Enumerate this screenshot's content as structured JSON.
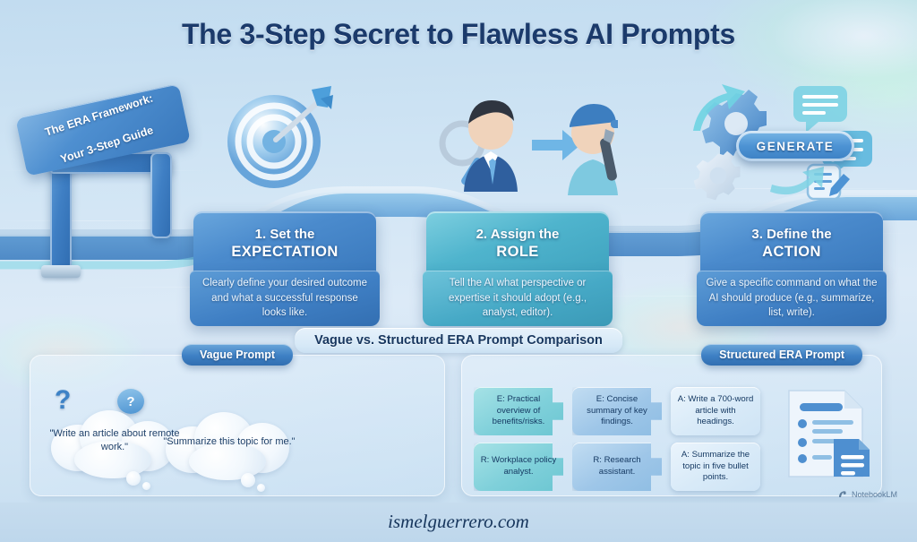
{
  "header": {
    "title": "The 3-Step Secret to Flawless AI Prompts"
  },
  "entry_sign": {
    "line1": "The ERA Framework:",
    "line2": "Your 3-Step Guide",
    "icon": "gateway-arch-icon"
  },
  "steps": [
    {
      "number": "1. Set the",
      "keyword": "EXPECTATION",
      "description": "Clearly define your desired outcome and what a successful response looks like.",
      "icon": "target-arrow-icon",
      "color": "#3f7fc4"
    },
    {
      "number": "2. Assign the",
      "keyword": "ROLE",
      "description": "Tell the AI what perspective or expertise it should adopt (e.g., analyst, editor).",
      "icon": "two-persona-arrow-icon",
      "color": "#46a9c6"
    },
    {
      "number": "3. Define the",
      "keyword": "ACTION",
      "description": "Give a specific command on what the AI should produce (e.g., summarize, list, write).",
      "icon": "gears-generate-icon",
      "color": "#3f7fc4"
    }
  ],
  "step3_art": {
    "button_label": "GENERATE",
    "icons": [
      "gear-icon",
      "gear-icon",
      "document-bubble-icon",
      "list-bubble-icon",
      "edit-note-icon",
      "arrow-icon"
    ]
  },
  "comparison": {
    "title": "Vague vs. Structured ERA Prompt Comparison",
    "vague": {
      "chip": "Vague Prompt",
      "bubbles": [
        {
          "text": "\"Write an article about remote work.\"",
          "icon": "thought-cloud-icon"
        },
        {
          "text": "\"Summarize this topic for me.\"",
          "icon": "thought-cloud-icon"
        }
      ],
      "question_marks": [
        "?",
        "?"
      ]
    },
    "era": {
      "chip": "Structured ERA Prompt",
      "cards": [
        {
          "text": "E: Practical overview of benefits/risks.",
          "tone": "teal"
        },
        {
          "text": "E: Concise summary of key findings.",
          "tone": "blue"
        },
        {
          "text": "A: Write a 700-word article with headings.",
          "tone": "pale"
        },
        {
          "text": "R: Workplace policy analyst.",
          "tone": "teal"
        },
        {
          "text": "R: Research assistant.",
          "tone": "blue"
        },
        {
          "text": "A: Summarize the topic in five bullet points.",
          "tone": "pale"
        }
      ],
      "doc_icon": "structured-document-icon"
    }
  },
  "footer": {
    "site": "ismelguerrero.com",
    "watermark": "NotebookLM",
    "watermark_icon": "notebooklm-logo-icon"
  },
  "palette": {
    "background": "#cfe3f3",
    "title_color": "#1b3a6b",
    "step_blue": "#3f7fc4",
    "step_teal": "#46a9c6",
    "chip_blue": "#3e80c4",
    "puzzle_teal": "#7fd0da",
    "puzzle_blue": "#9ec6e8",
    "puzzle_pale": "#d8eaf8"
  }
}
